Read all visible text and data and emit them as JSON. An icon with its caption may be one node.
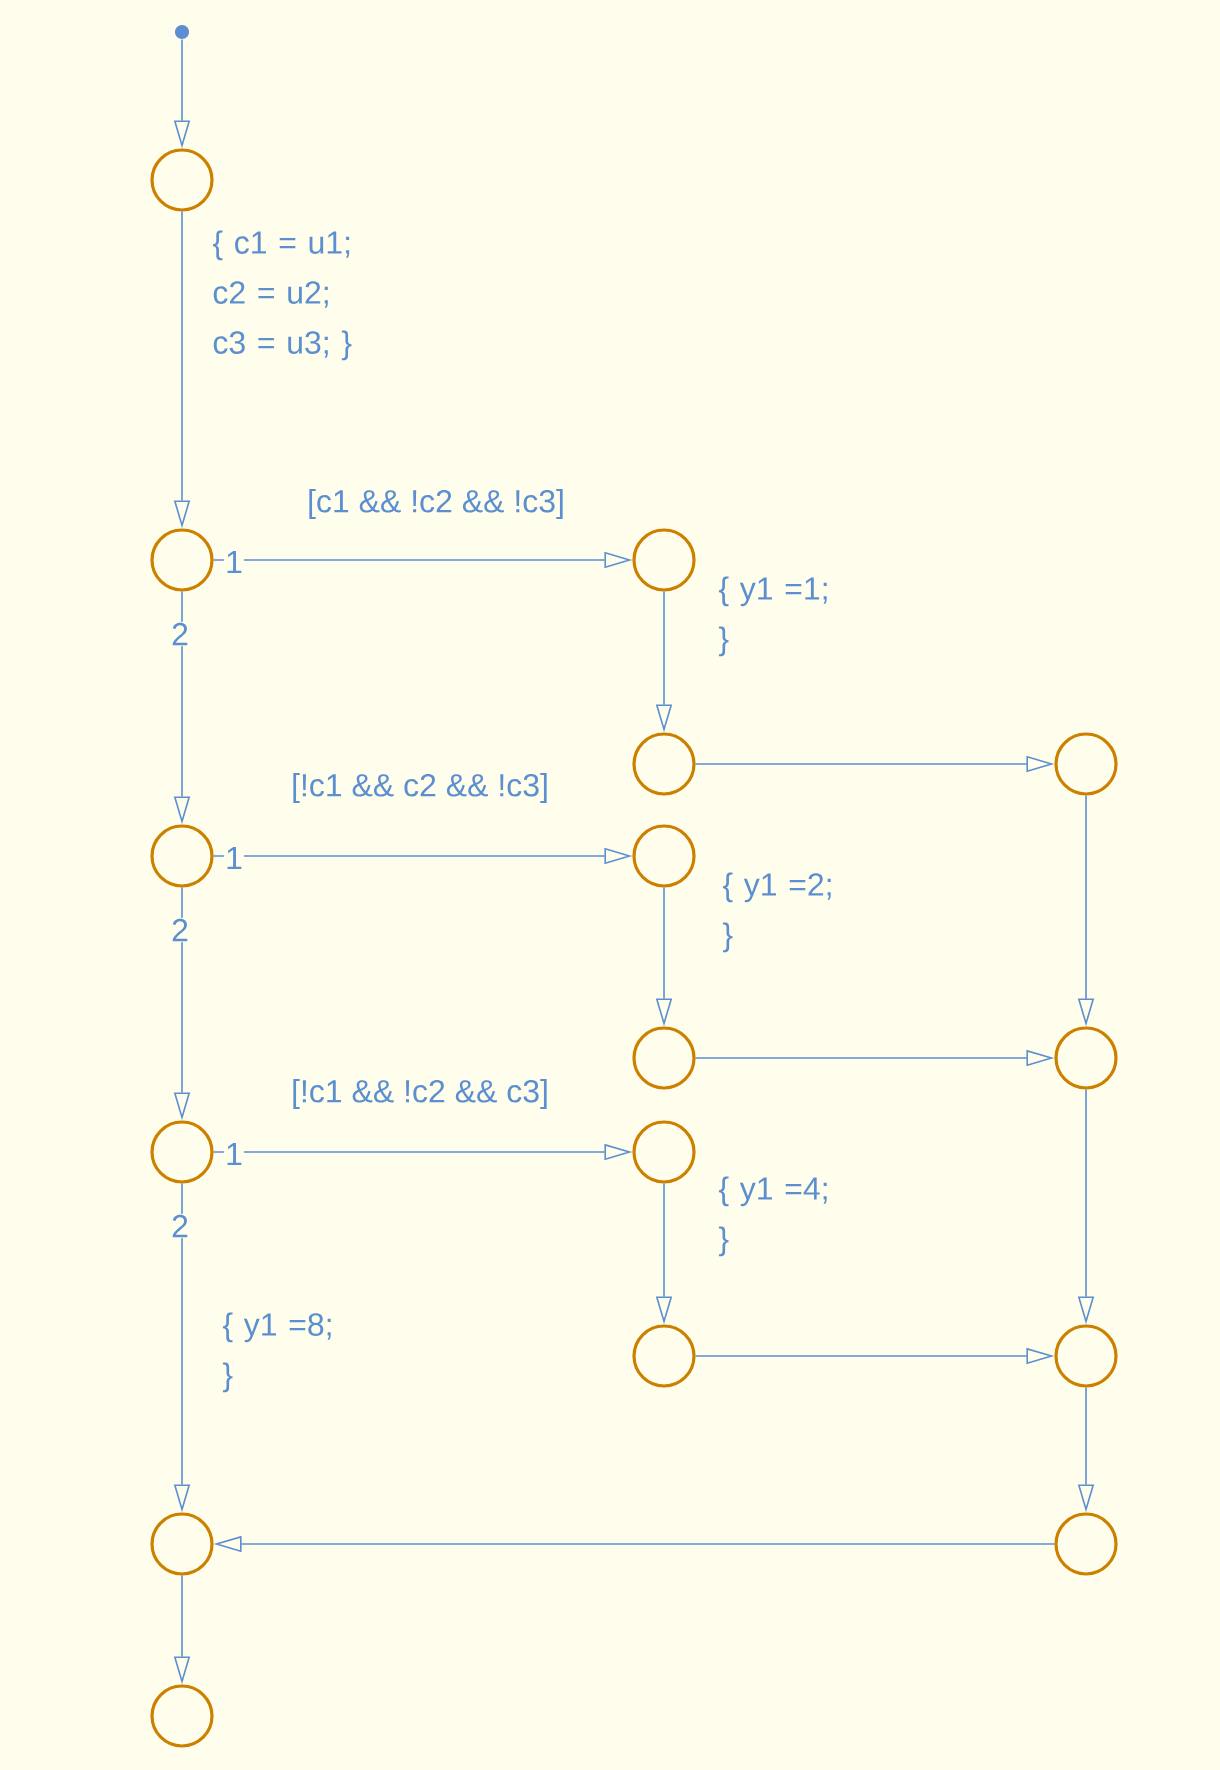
{
  "diagram": {
    "nodes": [
      {
        "text": [],
        "shape": "dot"
      },
      {
        "text": [],
        "shape": "circle"
      },
      {
        "text": [],
        "shape": "circle"
      },
      {
        "text": [],
        "shape": "circle"
      },
      {
        "text": [],
        "shape": "circle"
      },
      {
        "text": [],
        "shape": "circle"
      },
      {
        "text": [],
        "shape": "circle"
      },
      {
        "text": [],
        "shape": "circle"
      },
      {
        "text": [],
        "shape": "circle"
      },
      {
        "text": [],
        "shape": "circle"
      },
      {
        "text": [],
        "shape": "circle"
      },
      {
        "text": [],
        "shape": "circle"
      },
      {
        "text": [],
        "shape": "circle"
      },
      {
        "text": [],
        "shape": "circle"
      },
      {
        "text": [],
        "shape": "circle"
      },
      {
        "text": [],
        "shape": "circle"
      },
      {
        "text": [],
        "shape": "circle"
      }
    ],
    "edges": [
      {
        "from": 0,
        "to": 1,
        "arrow": "to"
      },
      {
        "from": 1,
        "to": 2,
        "arrow": "to",
        "label": "{ c1 = u1; c2 = u2; c3 = u3; }"
      },
      {
        "from": 2,
        "to": 3,
        "arrow": "to",
        "label": "[c1 && !c2 && !c3]"
      },
      {
        "from": 2,
        "to": 6,
        "arrow": "to"
      },
      {
        "from": 3,
        "to": 4,
        "arrow": "to",
        "label": "{ y1 =1; }"
      },
      {
        "from": 4,
        "to": 5,
        "arrow": "to"
      },
      {
        "from": 5,
        "to": 9,
        "arrow": "to"
      },
      {
        "from": 6,
        "to": 7,
        "arrow": "to",
        "label": "[!c1 && c2 && !c3]"
      },
      {
        "from": 6,
        "to": 10,
        "arrow": "to"
      },
      {
        "from": 7,
        "to": 8,
        "arrow": "to",
        "label": "{ y1 =2; }"
      },
      {
        "from": 8,
        "to": 9,
        "arrow": "to"
      },
      {
        "from": 9,
        "to": 13,
        "arrow": "to"
      },
      {
        "from": 10,
        "to": 11,
        "arrow": "to",
        "label": "[!c1 && !c2 && c3]"
      },
      {
        "from": 10,
        "to": 14,
        "arrow": "to",
        "label": "{ y1 =8; }"
      },
      {
        "from": 11,
        "to": 12,
        "arrow": "to",
        "label": "{ y1 =4; }"
      },
      {
        "from": 12,
        "to": 13,
        "arrow": "to"
      },
      {
        "from": 13,
        "to": 15,
        "arrow": "to"
      },
      {
        "from": 15,
        "to": 14,
        "arrow": "to"
      },
      {
        "from": 14,
        "to": 16,
        "arrow": "to"
      }
    ],
    "labels": [
      "1",
      "2",
      "1",
      "2",
      "1",
      "2"
    ]
  }
}
